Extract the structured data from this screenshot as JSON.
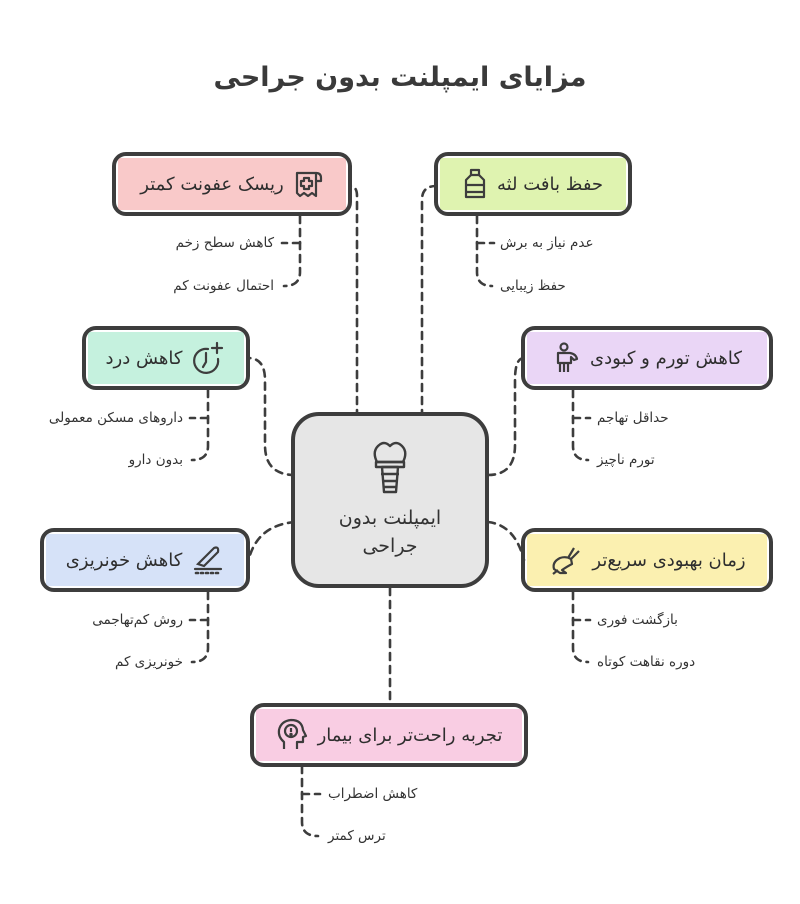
{
  "title": "مزایای ایمپلنت بدون جراحی",
  "center": {
    "label": "ایمپلنت بدون جراحی",
    "icon": "dental-implant-icon",
    "color": "#e6e6e6"
  },
  "nodes": [
    {
      "id": "infection",
      "label": "ریسک عفونت کمتر",
      "icon": "medical-record-icon",
      "color": "#f9c9c9",
      "items": [
        "کاهش سطح زخم",
        "احتمال عفونت کم"
      ]
    },
    {
      "id": "gum",
      "label": "حفظ بافت لثه",
      "icon": "water-bottle-icon",
      "color": "#dff3b0",
      "items": [
        "عدم نیاز به برش",
        "حفظ زیبایی"
      ]
    },
    {
      "id": "pain",
      "label": "کاهش درد",
      "icon": "clock-plus-icon",
      "color": "#c5f1de",
      "items": [
        "داروهای مسکن معمولی",
        "بدون دارو"
      ]
    },
    {
      "id": "swelling",
      "label": "کاهش تورم و کبودی",
      "icon": "person-pain-icon",
      "color": "#ead6f6",
      "items": [
        "حداقل تهاجم",
        "تورم ناچیز"
      ]
    },
    {
      "id": "bleeding",
      "label": "کاهش خونریزی",
      "icon": "scalpel-icon",
      "color": "#d6e2f8",
      "items": [
        "روش کم‌تهاجمی",
        "خونریزی کم"
      ]
    },
    {
      "id": "recovery",
      "label": "زمان بهبودی سریع‌تر",
      "icon": "rabbit-icon",
      "color": "#fbf0b0",
      "items": [
        "بازگشت فوری",
        "دوره نقاهت کوتاه"
      ]
    },
    {
      "id": "experience",
      "label": "تجربه راحت‌تر برای بیمار",
      "icon": "head-alert-icon",
      "color": "#f9cde3",
      "items": [
        "کاهش اضطراب",
        "ترس کمتر"
      ]
    }
  ]
}
